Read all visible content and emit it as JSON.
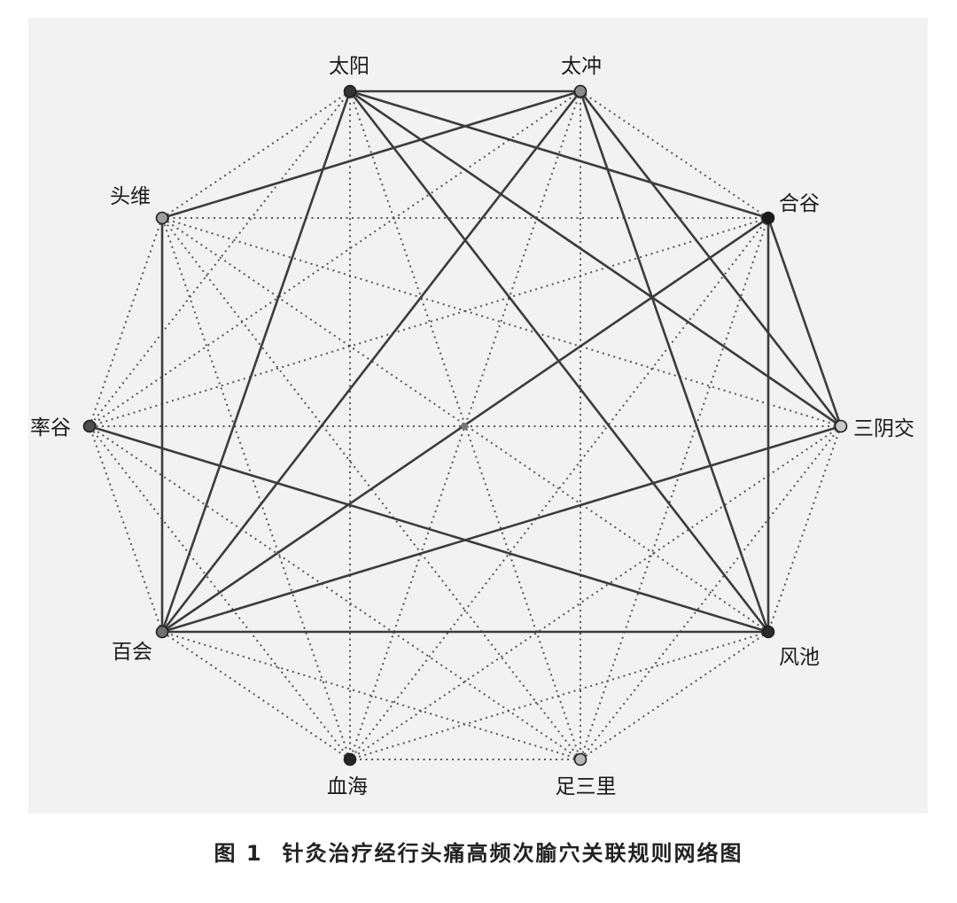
{
  "caption": {
    "figure_number": "图 1",
    "title": "针灸治疗经行头痛高频次腧穴关联规则网络图"
  },
  "nodes": [
    {
      "id": "taiyang",
      "label": "太阳",
      "color": "#333333"
    },
    {
      "id": "taichong",
      "label": "太冲",
      "color": "#8c8c8c"
    },
    {
      "id": "hegu",
      "label": "合谷",
      "color": "#1a1a1a"
    },
    {
      "id": "sanyinjiao",
      "label": "三阴交",
      "color": "#c8c8c8"
    },
    {
      "id": "fengchi",
      "label": "风池",
      "color": "#2b2b2b"
    },
    {
      "id": "zusanli",
      "label": "足三里",
      "color": "#b8b8b8"
    },
    {
      "id": "xuehai",
      "label": "血海",
      "color": "#262626"
    },
    {
      "id": "baihui",
      "label": "百会",
      "color": "#707070"
    },
    {
      "id": "shuaigu",
      "label": "率谷",
      "color": "#4d4d4d"
    },
    {
      "id": "touwei",
      "label": "头维",
      "color": "#9e9e9e"
    }
  ],
  "solid_edges": [
    [
      "taiyang",
      "taichong"
    ],
    [
      "taiyang",
      "hegu"
    ],
    [
      "taiyang",
      "sanyinjiao"
    ],
    [
      "taiyang",
      "fengchi"
    ],
    [
      "taiyang",
      "baihui"
    ],
    [
      "taichong",
      "sanyinjiao"
    ],
    [
      "taichong",
      "fengchi"
    ],
    [
      "taichong",
      "baihui"
    ],
    [
      "taichong",
      "touwei"
    ],
    [
      "hegu",
      "sanyinjiao"
    ],
    [
      "hegu",
      "fengchi"
    ],
    [
      "hegu",
      "baihui"
    ],
    [
      "sanyinjiao",
      "baihui"
    ],
    [
      "fengchi",
      "baihui"
    ],
    [
      "fengchi",
      "shuaigu"
    ],
    [
      "baihui",
      "touwei"
    ]
  ]
}
